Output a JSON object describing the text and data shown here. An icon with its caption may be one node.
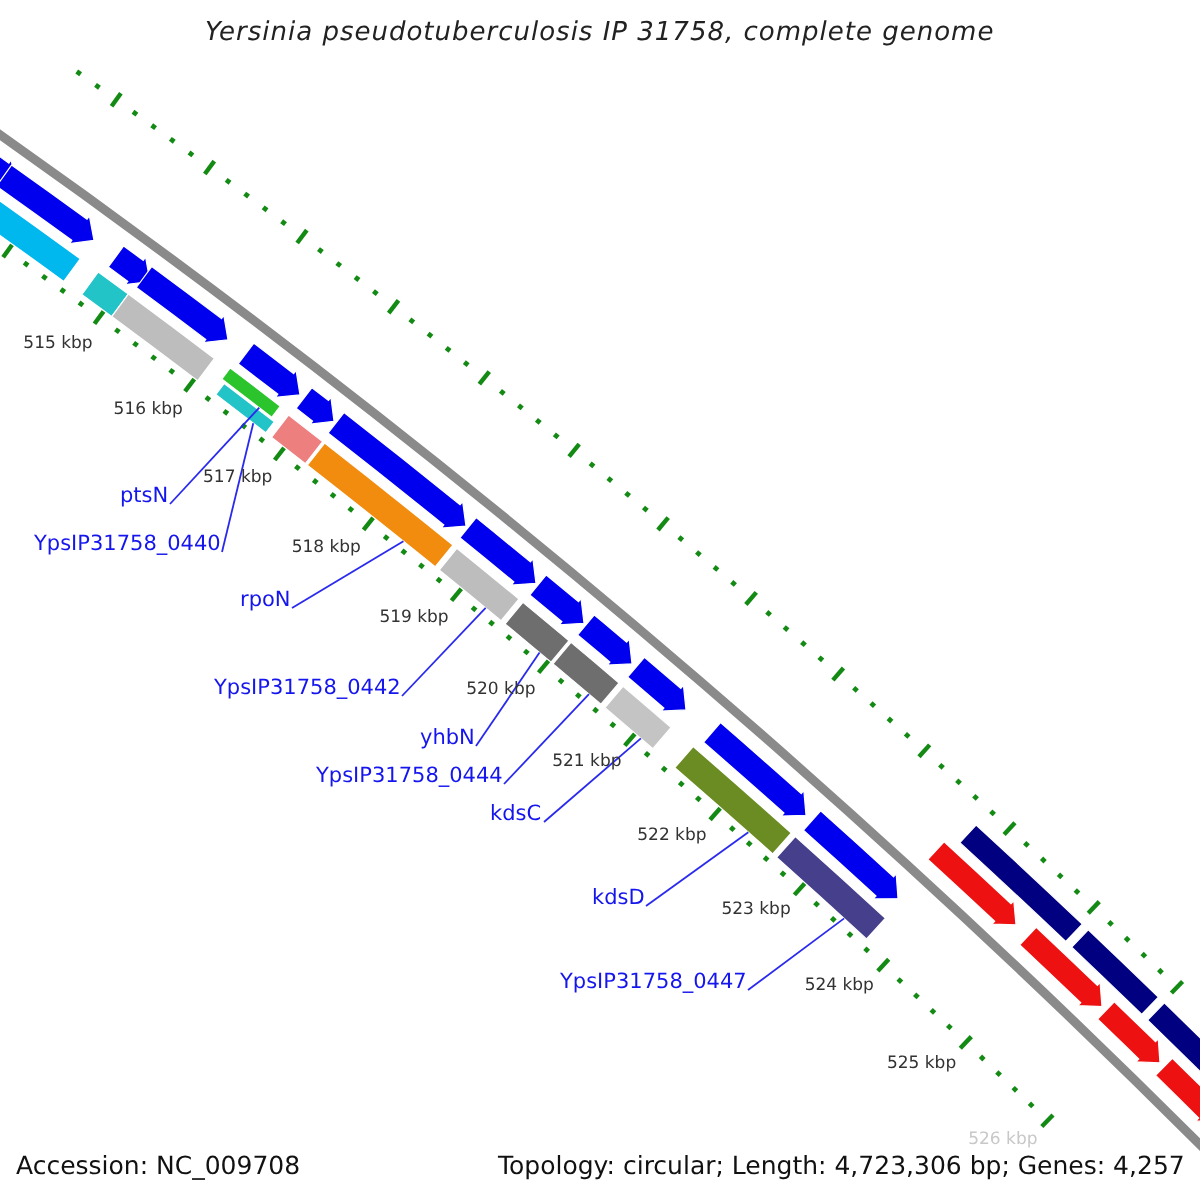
{
  "diagram": {
    "title": "Yersinia pseudotuberculosis IP 31758, complete genome",
    "nodes": [
      {
        "text": [
          "ptsN"
        ]
      },
      {
        "text": [],
        "shape": "bar"
      },
      {
        "text": [
          "YpsIP31758_0440"
        ]
      },
      {
        "text": [],
        "shape": "bar"
      },
      {
        "text": [
          "rpoN"
        ]
      },
      {
        "text": [],
        "shape": "bar"
      },
      {
        "text": [
          "YpsIP31758_0442"
        ]
      },
      {
        "text": [],
        "shape": "bar"
      },
      {
        "text": [
          "yhbN"
        ]
      },
      {
        "text": [],
        "shape": "bar"
      },
      {
        "text": [
          "YpsIP31758_0444"
        ]
      },
      {
        "text": [],
        "shape": "bar"
      },
      {
        "text": [
          "kdsC"
        ]
      },
      {
        "text": [],
        "shape": "bar"
      },
      {
        "text": [
          "kdsD"
        ]
      },
      {
        "text": [],
        "shape": "bar"
      },
      {
        "text": [
          "YpsIP31758_0447"
        ]
      },
      {
        "text": [],
        "shape": "bar"
      }
    ],
    "edges": [
      {
        "from": 0,
        "to": 1,
        "arrow": "none"
      },
      {
        "from": 2,
        "to": 3,
        "arrow": "none"
      },
      {
        "from": 4,
        "to": 5,
        "arrow": "none"
      },
      {
        "from": 6,
        "to": 7,
        "arrow": "none"
      },
      {
        "from": 8,
        "to": 9,
        "arrow": "none"
      },
      {
        "from": 10,
        "to": 11,
        "arrow": "none"
      },
      {
        "from": 12,
        "to": 13,
        "arrow": "none"
      },
      {
        "from": 14,
        "to": 15,
        "arrow": "none"
      },
      {
        "from": 16,
        "to": 17,
        "arrow": "none"
      }
    ],
    "labels": [
      "515 kbp",
      "516 kbp",
      "517 kbp",
      "518 kbp",
      "519 kbp",
      "520 kbp",
      "521 kbp",
      "522 kbp",
      "523 kbp",
      "524 kbp",
      "525 kbp",
      "526 kbp",
      "Accession: NC_009708",
      "Topology: circular; Length: 4,723,306 bp; Genes: 4,257"
    ]
  }
}
